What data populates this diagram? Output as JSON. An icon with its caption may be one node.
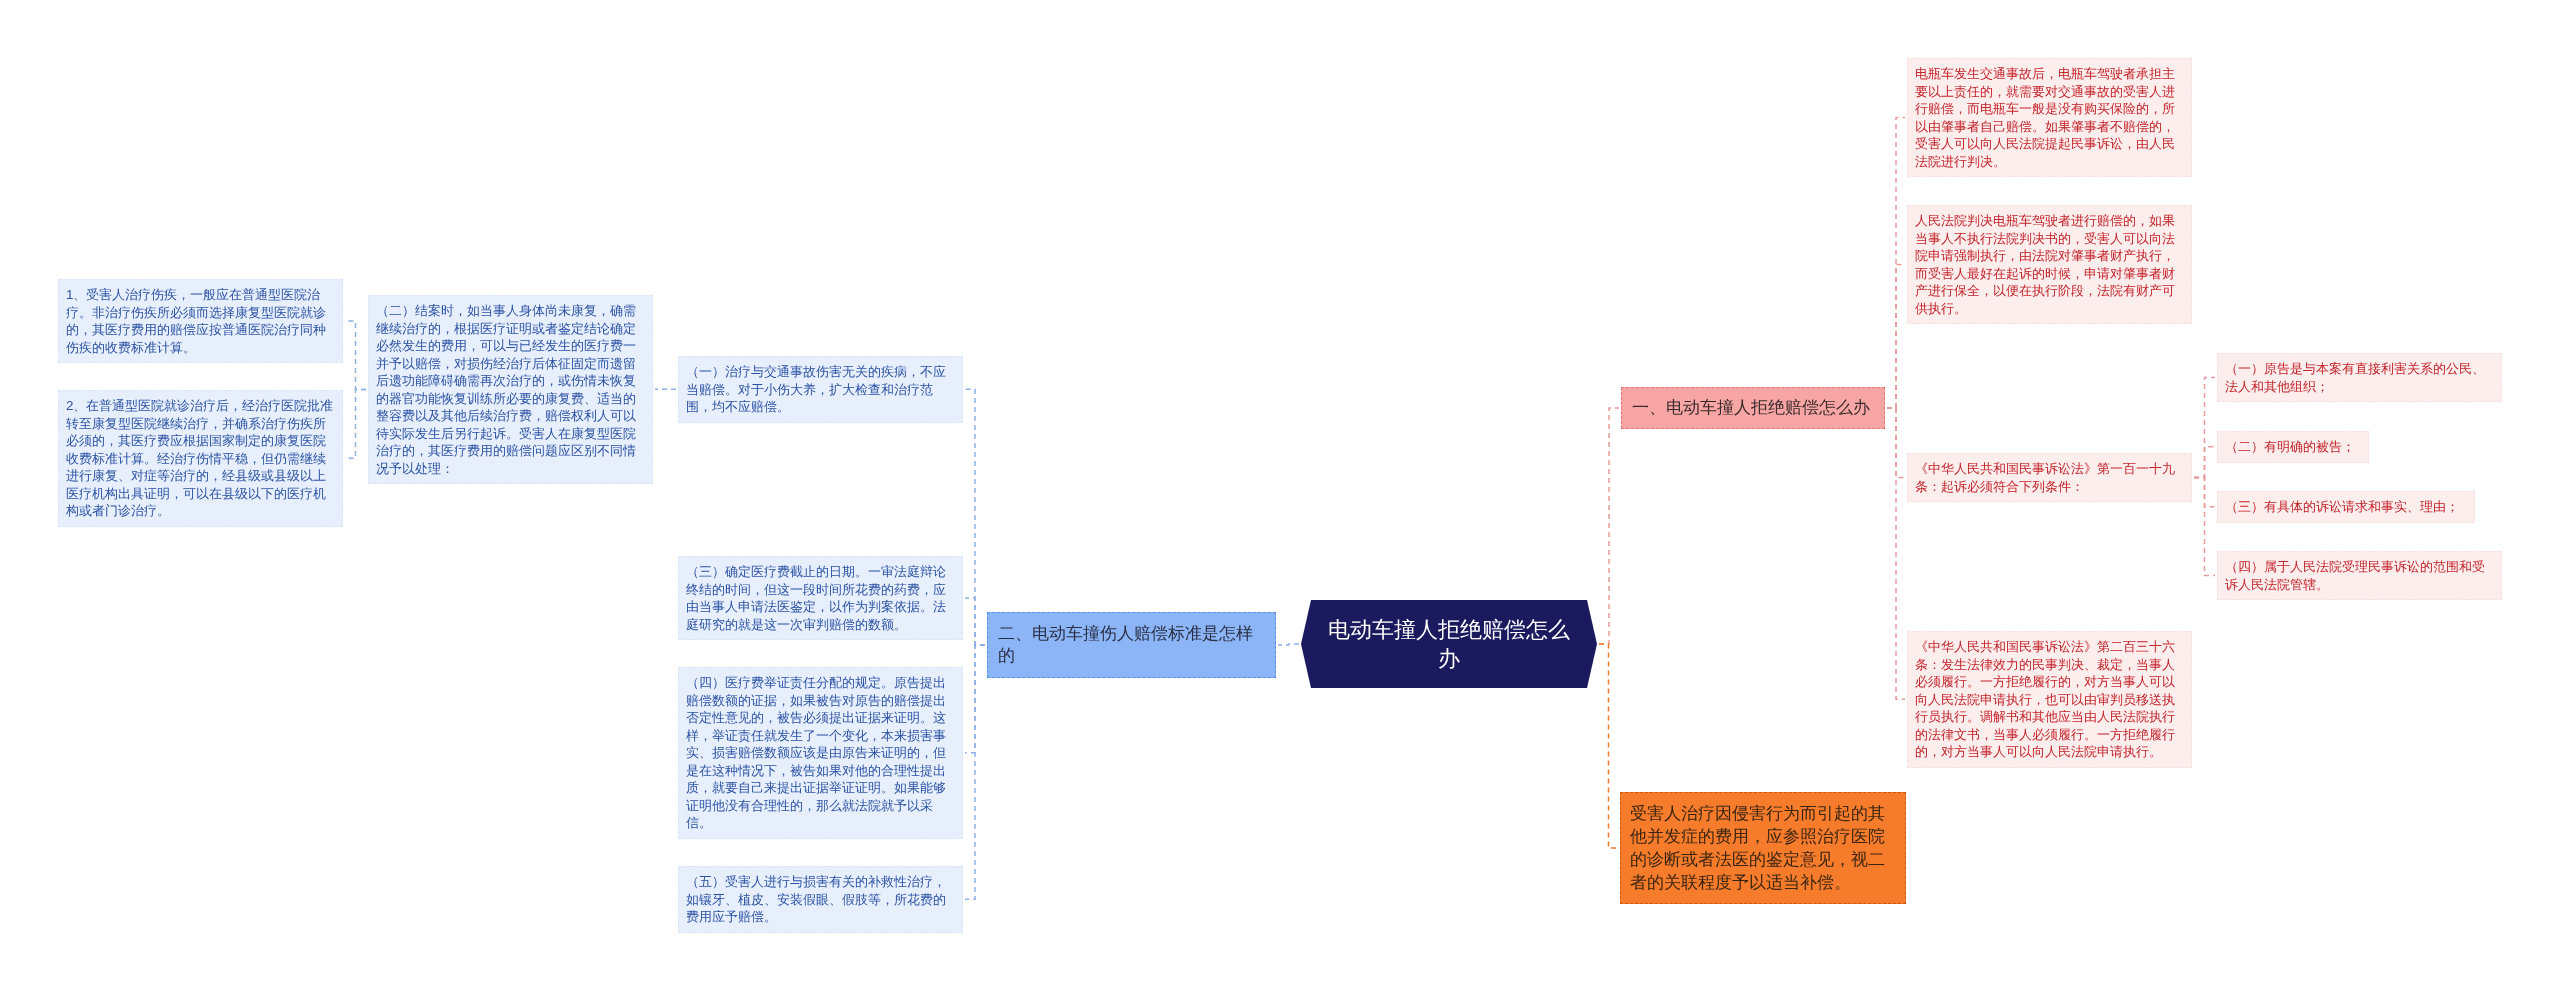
{
  "diagram": {
    "nodes": [
      {
        "text": [
          "电动车撞人拒绝赔偿怎么办"
        ]
      },
      {
        "text": [
          "一、电动车撞人拒绝赔偿怎么办"
        ]
      },
      {
        "text": [
          "电瓶车发生交通事故后，电瓶车驾驶者承担主要以上责任的，就需要对交通事故的受害人进行赔偿，而电瓶车一般是没有购买保险的，所以由肇事者自己赔偿。如果肇事者不赔偿的，受害人可以向人民法院提起民事诉讼，由人民法院进行判决。"
        ]
      },
      {
        "text": [
          "人民法院判决电瓶车驾驶者进行赔偿的，如果当事人不执行法院判决书的，受害人可以向法院申请强制执行，由法院对肇事者财产执行，而受害人最好在起诉的时候，申请对肇事者财产进行保全，以便在执行阶段，法院有财产可供执行。"
        ]
      },
      {
        "text": [
          "《中华人民共和国民事诉讼法》第一百一十九条：起诉必须符合下列条件："
        ]
      },
      {
        "text": [
          "（一）原告是与本案有直接利害关系的公民、法人和其他组织；"
        ]
      },
      {
        "text": [
          "（二）有明确的被告；"
        ]
      },
      {
        "text": [
          "（三）有具体的诉讼请求和事实、理由；"
        ]
      },
      {
        "text": [
          "（四）属于人民法院受理民事诉讼的范围和受诉人民法院管辖。"
        ]
      },
      {
        "text": [
          "《中华人民共和国民事诉讼法》第二百三十六条：发生法律效力的民事判决、裁定，当事人必须履行。一方拒绝履行的，对方当事人可以向人民法院申请执行，也可以由审判员移送执行员执行。调解书和其他应当由人民法院执行的法律文书，当事人必须履行。一方拒绝履行的，对方当事人可以向人民法院申请执行。"
        ]
      },
      {
        "text": [
          "受害人治疗因侵害行为而引起的其他并发症的费用，应参照治疗医院的诊断或者法医的鉴定意见，视二者的关联程度予以适当补偿。"
        ]
      },
      {
        "text": [
          "二、电动车撞伤人赔偿标准是怎样的"
        ]
      },
      {
        "text": [
          "（一）治疗与交通事故伤害无关的疾病，不应当赔偿。对于小伤大养，扩大检查和治疗范围，均不应赔偿。"
        ]
      },
      {
        "text": [
          "（二）结案时，如当事人身体尚未康复，确需继续治疗的，根据医疗证明或者鉴定结论确定必然发生的费用，可以与已经发生的医疗费一并予以赔偿，对损伤经治疗后体征固定而遗留后遗功能障碍确需再次治疗的，或伤情未恢复的器官功能恢复训练所必要的康复费、适当的整容费以及其他后续治疗费，赔偿权利人可以待实际发生后另行起诉。受害人在康复型医院治疗的，其医疗费用的赔偿问题应区别不同情况予以处理："
        ]
      },
      {
        "text": [
          "1、受害人治疗伤疾，一般应在普通型医院治疗。非治疗伤疾所必须而选择康复型医院就诊的，其医疗费用的赔偿应按普通医院治疗同种伤疾的收费标准计算。"
        ]
      },
      {
        "text": [
          "2、在普通型医院就诊治疗后，经治疗医院批准转至康复型医院继续治疗，并确系治疗伤疾所必须的，其医疗费应根据国家制定的康复医院收费标准计算。经治疗伤情平稳，但仍需继续进行康复、对症等治疗的，经县级或县级以上医疗机构出具证明，可以在县级以下的医疗机构或者门诊治疗。"
        ]
      },
      {
        "text": [
          "（三）确定医疗费截止的日期。一审法庭辩论终结的时间，但这一段时间所花费的药费，应由当事人申请法医鉴定，以作为判案依据。法庭研究的就是这一次审判赔偿的数额。"
        ]
      },
      {
        "text": [
          "（四）医疗费举证责任分配的规定。原告提出赔偿数额的证据，如果被告对原告的赔偿提出否定性意见的，被告必须提出证据来证明。这样，举证责任就发生了一个变化，本来损害事实、损害赔偿数额应该是由原告来证明的，但是在这种情况下，被告如果对他的合理性提出质，就要自己来提出证据举证证明。如果能够证明他没有合理性的，那么就法院就予以采信。"
        ]
      },
      {
        "text": [
          "（五）受害人进行与损害有关的补救性治疗，如镶牙、植皮、安装假眼、假肢等，所花费的费用应予赔偿。"
        ]
      }
    ],
    "edges": [
      {
        "from": 0,
        "to": 1,
        "arrow": "none",
        "style": "dashed"
      },
      {
        "from": 1,
        "to": 2,
        "arrow": "none",
        "style": "dashed"
      },
      {
        "from": 1,
        "to": 3,
        "arrow": "none",
        "style": "dashed"
      },
      {
        "from": 1,
        "to": 4,
        "arrow": "none",
        "style": "dashed"
      },
      {
        "from": 4,
        "to": 5,
        "arrow": "none",
        "style": "dashed"
      },
      {
        "from": 4,
        "to": 6,
        "arrow": "none",
        "style": "dashed"
      },
      {
        "from": 4,
        "to": 7,
        "arrow": "none",
        "style": "dashed"
      },
      {
        "from": 4,
        "to": 8,
        "arrow": "none",
        "style": "dashed"
      },
      {
        "from": 1,
        "to": 9,
        "arrow": "none",
        "style": "dashed"
      },
      {
        "from": 0,
        "to": 10,
        "arrow": "none",
        "style": "dashed",
        "color": "#f07b2c"
      },
      {
        "from": 0,
        "to": 11,
        "arrow": "none",
        "style": "dashed",
        "color": "#8fb0e8"
      },
      {
        "from": 11,
        "to": 12,
        "arrow": "none",
        "style": "dashed",
        "color": "#8fb0e8"
      },
      {
        "from": 12,
        "to": 13,
        "arrow": "none",
        "style": "dashed",
        "color": "#8fb0e8"
      },
      {
        "from": 13,
        "to": 14,
        "arrow": "none",
        "style": "dashed",
        "color": "#8fb0e8"
      },
      {
        "from": 13,
        "to": 15,
        "arrow": "none",
        "style": "dashed",
        "color": "#8fb0e8"
      },
      {
        "from": 11,
        "to": 16,
        "arrow": "none",
        "style": "dashed",
        "color": "#8fb0e8"
      },
      {
        "from": 11,
        "to": 17,
        "arrow": "none",
        "style": "dashed",
        "color": "#8fb0e8"
      },
      {
        "from": 11,
        "to": 18,
        "arrow": "none",
        "style": "dashed",
        "color": "#8fb0e8"
      }
    ]
  }
}
